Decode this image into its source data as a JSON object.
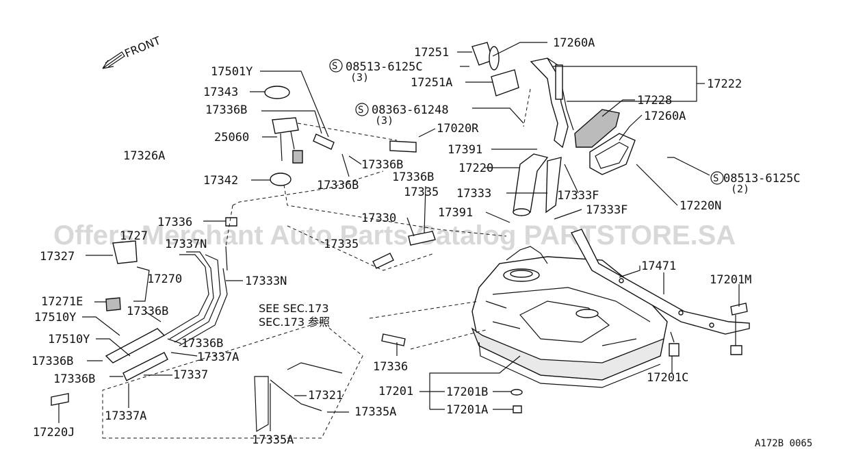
{
  "front_label": "FRONT",
  "watermark": "Offers Merchant Auto Parts Catalog PARTSTORE.SA",
  "see_note_line1": "SEE SEC.173",
  "see_note_line2": "SEC.173 参照",
  "diagram_code": "A172B 0065",
  "screw_symbol": "S",
  "labels": {
    "p17251": "17251",
    "p17260A_top": "17260A",
    "p08513_top": "08513-6125C",
    "q3_top": "(3)",
    "p17222": "17222",
    "p17251A": "17251A",
    "p17501Y": "17501Y",
    "p17343": "17343",
    "p17336B_a": "17336B",
    "p08363": "08363-61248",
    "q3_mid": "(3)",
    "p17228": "17228",
    "p17260A_mid": "17260A",
    "p17020R": "17020R",
    "p25060": "25060",
    "p17391_a": "17391",
    "p17326A": "17326A",
    "p17336B_b": "17336B",
    "p17220": "17220",
    "p17336B_c": "17336B",
    "p08513_right": "08513-6125C",
    "q2_right": "(2)",
    "p17342": "17342",
    "p17336B_d": "17336B",
    "p17335_a": "17335",
    "p17333": "17333",
    "p17333F_a": "17333F",
    "p17220N": "17220N",
    "p17391_b": "17391",
    "p17333F_b": "17333F",
    "p17336_a": "17336",
    "p17330": "17330",
    "p1727": "1727",
    "p17337N": "17337N",
    "p17335_b": "17335",
    "p17327": "17327",
    "p17471": "17471",
    "p17270": "17270",
    "p17333N": "17333N",
    "p17201M": "17201M",
    "p17271E": "17271E",
    "p17336B_e": "17336B",
    "p17510Y_a": "17510Y",
    "p17510Y_b": "17510Y",
    "p17336B_f": "17336B",
    "p17337A_a": "17337A",
    "p17336B_g": "17336B",
    "p17336_b": "17336",
    "p17337": "17337",
    "p17336B_h": "17336B",
    "p17201C": "17201C",
    "p17321": "17321",
    "p17201": "17201",
    "p17201B": "17201B",
    "p17335A_a": "17335A",
    "p17337A_b": "17337A",
    "p17201A": "17201A",
    "p17220J": "17220J",
    "p17335A_b": "17335A"
  }
}
